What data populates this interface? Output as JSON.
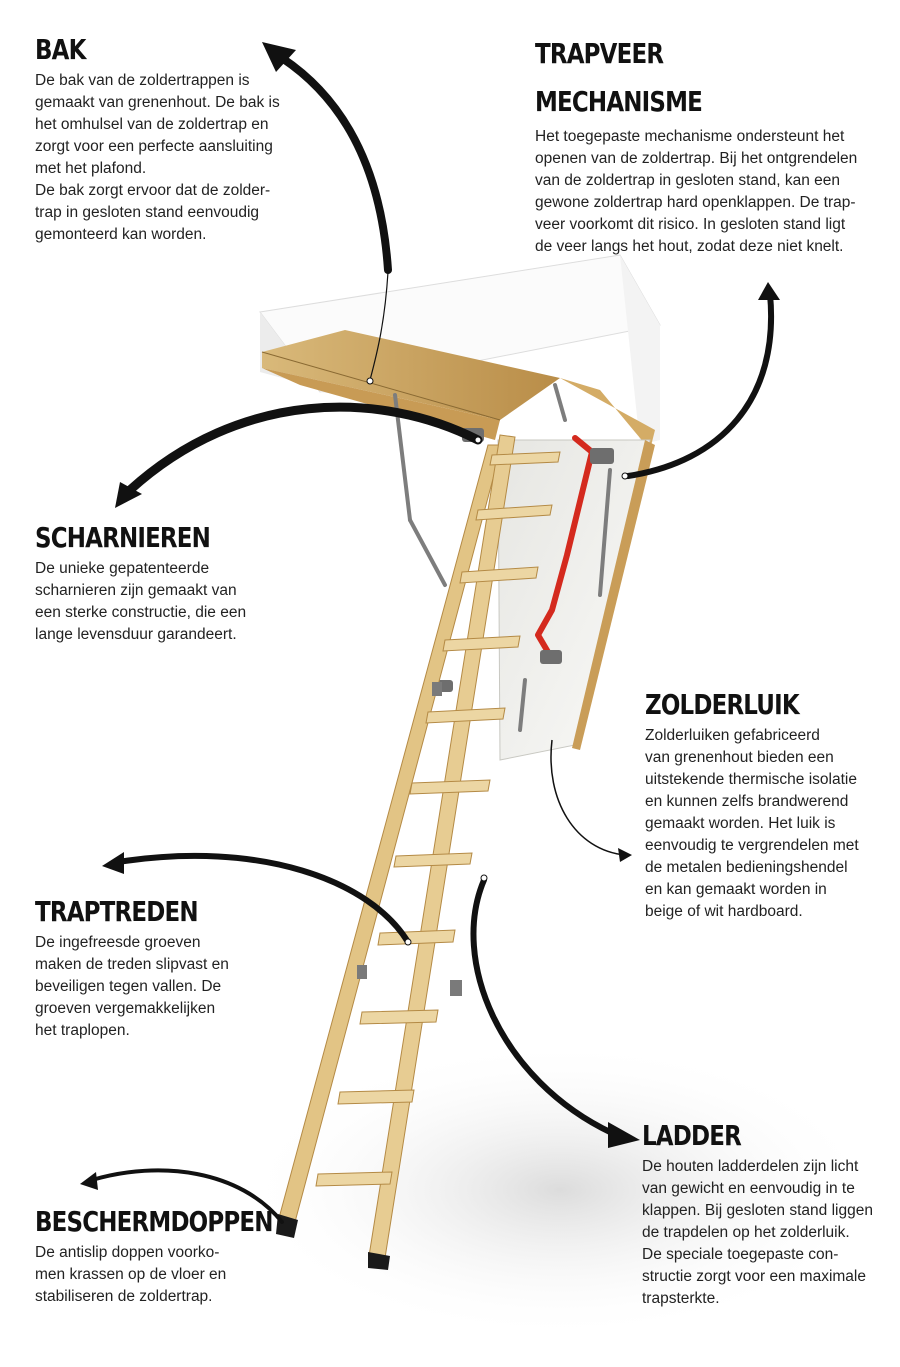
{
  "callouts": {
    "bak": {
      "title": "BAK",
      "lines": [
        "De bak van de zoldertrappen is",
        "gemaakt van grenenhout. De bak is",
        "het omhulsel van de zoldertrap en",
        "zorgt voor een perfecte aansluiting",
        "met het plafond.",
        "De bak zorgt ervoor dat de zolder-",
        "trap in gesloten stand eenvoudig",
        "gemonteerd kan worden."
      ]
    },
    "trapveer": {
      "title": "TRAPVEER\nMECHANISME",
      "lines": [
        "Het toegepaste mechanisme ondersteunt het",
        "openen van de zoldertrap. Bij het ontgrendelen",
        "van de zoldertrap in gesloten stand, kan een",
        "gewone zoldertrap hard openklappen. De trap-",
        "veer voorkomt dit risico. In gesloten stand ligt",
        "de veer langs het hout, zodat deze niet knelt."
      ]
    },
    "scharnieren": {
      "title": "SCHARNIEREN",
      "lines": [
        "De unieke gepatenteerde",
        "scharnieren zijn gemaakt van",
        "een sterke constructie, die een",
        "lange levensduur garandeert."
      ]
    },
    "zolderluik": {
      "title": "ZOLDERLUIK",
      "lines": [
        "Zolderluiken gefabriceerd",
        "van grenenhout bieden een",
        "uitstekende thermische isolatie",
        "en kunnen zelfs brandwerend",
        "gemaakt worden. Het luik is",
        "eenvoudig te vergrendelen met",
        "de metalen bedieningshendel",
        "en kan gemaakt worden in",
        "beige of wit hardboard."
      ]
    },
    "traptreden": {
      "title": "TRAPTREDEN",
      "lines": [
        "De ingefreesde groeven",
        "maken de treden slipvast en",
        "beveiligen tegen vallen. De",
        "groeven vergemakkelijken",
        "het traplopen."
      ]
    },
    "ladder": {
      "title": "LADDER",
      "lines": [
        "De houten ladderdelen zijn licht",
        "van gewicht en eenvoudig in te",
        "klappen. Bij gesloten stand liggen",
        "de trapdelen op het zolderluik.",
        "De speciale toegepaste con-",
        "structie zorgt voor een maximale",
        "trapsterkte."
      ]
    },
    "beschermdoppen": {
      "title": "BESCHERMDOPPEN",
      "lines": [
        "De antislip doppen voorko-",
        "men krassen op de vloer en",
        "stabiliseren de zoldertrap."
      ]
    }
  },
  "colors": {
    "wood": "#e8cf95",
    "wood_dark": "#c9a25c",
    "box_white": "#f4f4f4",
    "hatch_panel": "#f2f2f0",
    "spring_red": "#d42a1e",
    "metal": "#7d7d7d",
    "arrow": "#111111"
  },
  "icons": [
    "arrow-icon",
    "spring-icon",
    "hinge-icon",
    "foot-cap-icon"
  ]
}
